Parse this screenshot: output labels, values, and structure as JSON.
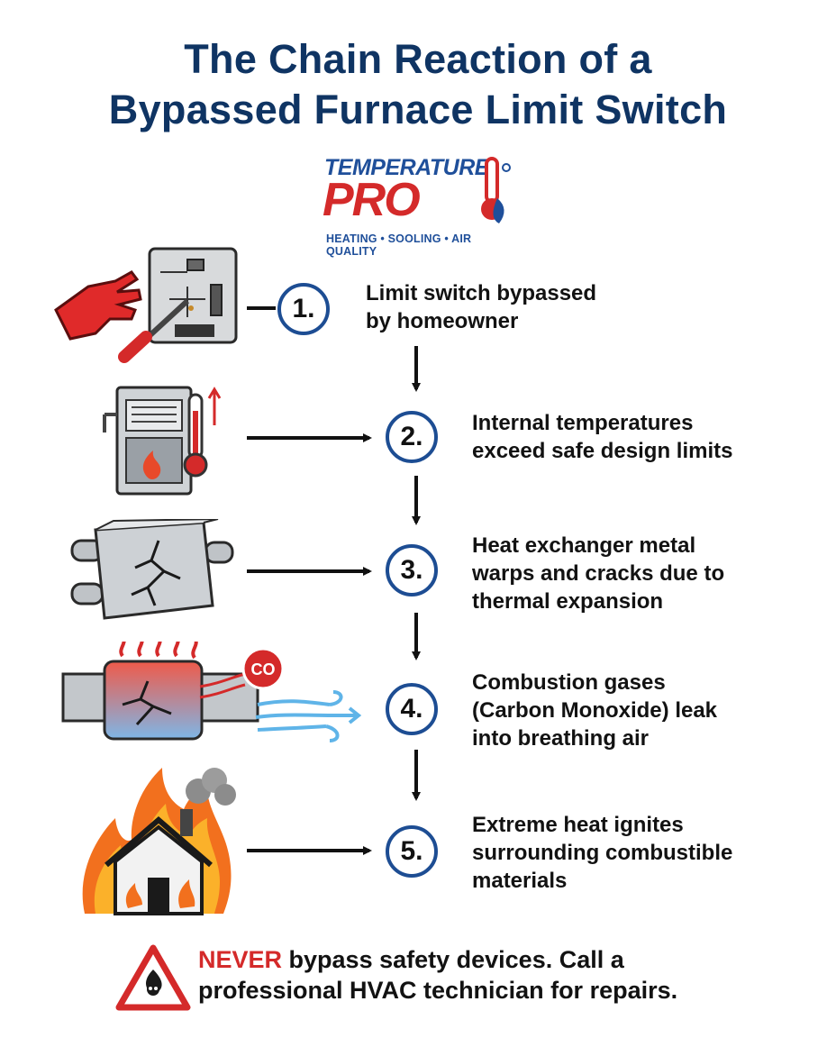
{
  "title": {
    "line1": "The Chain Reaction of a",
    "line2": "Bypassed Furnace Limit Switch"
  },
  "logo": {
    "word1": "TEMPERATURE",
    "word2": "PRO",
    "tagline": "HEATING • SOOLING • AIR QUALITY",
    "colors": {
      "blue": "#1f4f9a",
      "red": "#d42a2a"
    }
  },
  "steps": [
    {
      "number": "1.",
      "line1": "Limit switch bypassed",
      "line2": "by homeowner",
      "line3": "",
      "icon": "circuit-board-hand-screwdriver-icon"
    },
    {
      "number": "2.",
      "line1": "Internal temperatures",
      "line2": "exceed safe design limits",
      "line3": "",
      "icon": "furnace-thermometer-icon"
    },
    {
      "number": "3.",
      "line1": "Heat exchanger metal",
      "line2": "warps and cracks due to",
      "line3": "thermal expansion",
      "icon": "cracked-heat-exchanger-icon"
    },
    {
      "number": "4.",
      "line1": "Combustion gases",
      "line2": "(Carbon Monoxide) leak",
      "line3": "into breathing air",
      "icon": "co-leak-icon",
      "badge": "CO"
    },
    {
      "number": "5.",
      "line1": "Extreme heat ignites",
      "line2": "surrounding combustible",
      "line3": "materials",
      "icon": "house-fire-icon"
    }
  ],
  "footer": {
    "emphasis": "NEVER",
    "line1_rest": " bypass safety devices. Call a",
    "line2": "professional HVAC technician for repairs.",
    "icon": "warning-fire-skull-icon"
  },
  "colors": {
    "navy": "#0f3463",
    "circle_border": "#1d4d93",
    "warning_red": "#d42a2a"
  }
}
